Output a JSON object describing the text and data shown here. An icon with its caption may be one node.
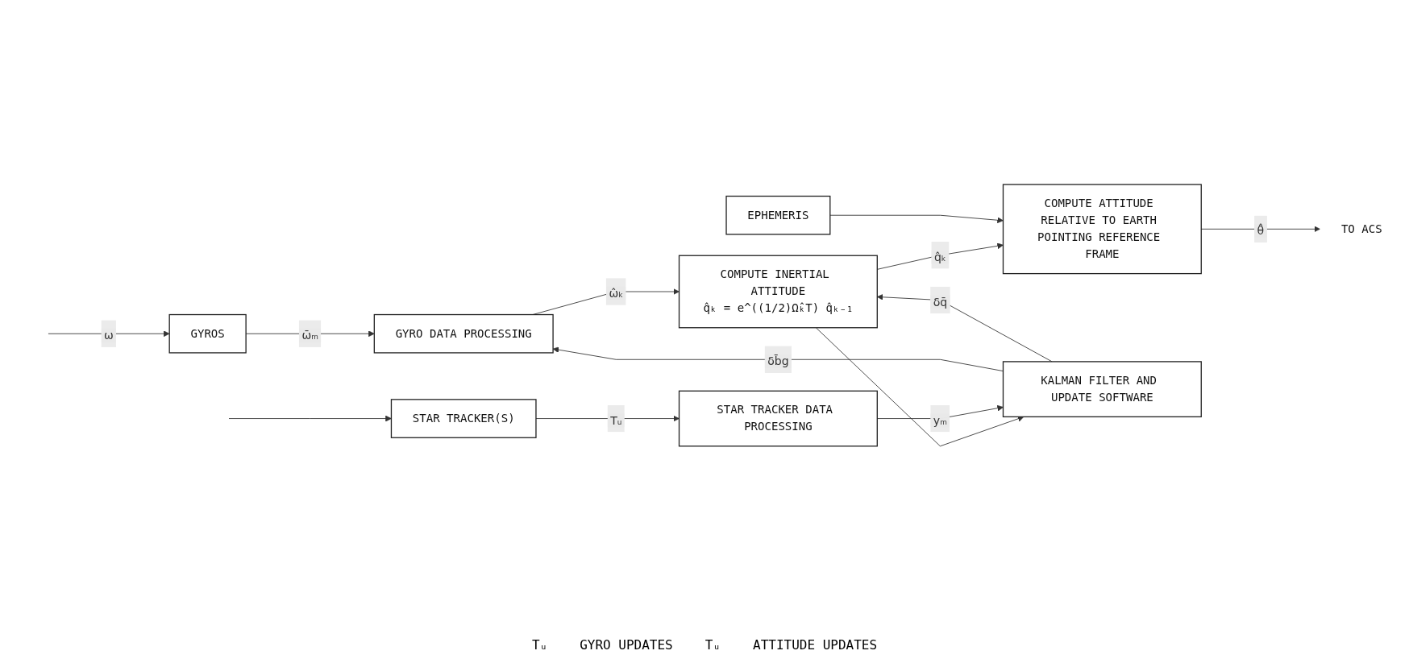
{
  "diagram": {
    "nodes": [
      {
        "text": [
          "GYROS"
        ]
      },
      {
        "text": [
          "GYRO DATA PROCESSING"
        ]
      },
      {
        "text": [
          "COMPUTE INERTIAL ATTITUDE",
          "q̂ₖ = e^((1/2)Ω̂ₖT) q̂ₖ₋₁"
        ]
      },
      {
        "text": [
          "COMPUTE ATTITUDE RELATIVE TO EARTH POINTING REFERENCE FRAME"
        ]
      },
      {
        "text": [
          "TO ACS"
        ]
      },
      {
        "text": [
          "STAR TRACKER(S)"
        ]
      },
      {
        "text": [
          "STAR TRACKER DATA PROCESSING"
        ]
      },
      {
        "text": [
          "KALMAN FILTER AND UPDATE SOFTWARE"
        ]
      },
      {
        "text": [
          "EPHEMERIS"
        ]
      }
    ],
    "edges": [
      {
        "from": null,
        "to": 0,
        "arrow": "to",
        "label": "ω"
      },
      {
        "from": 0,
        "to": 1,
        "arrow": "to",
        "label": "ω̄ₘ"
      },
      {
        "from": 1,
        "to": 2,
        "arrow": "to",
        "label": "ω̂ₖ"
      },
      {
        "from": 2,
        "to": 3,
        "arrow": "to",
        "label": "q̂ₖ"
      },
      {
        "from": 3,
        "to": 4,
        "arrow": "to",
        "label": "θ̂"
      },
      {
        "from": 2,
        "to": 7,
        "arrow": "to"
      },
      {
        "from": 8,
        "to": 3,
        "arrow": "to"
      },
      {
        "from": null,
        "to": 5,
        "arrow": "to"
      },
      {
        "from": 5,
        "to": 6,
        "arrow": "to",
        "label": "Tᵤ"
      },
      {
        "from": 6,
        "to": 7,
        "arrow": "to",
        "label": "yₘ"
      },
      {
        "from": 7,
        "to": 1,
        "arrow": "to",
        "label": "δb̄g"
      },
      {
        "from": 7,
        "to": 2,
        "arrow": "to",
        "label": "δq̄"
      }
    ],
    "labels": [
      "Tᵤ",
      "GYRO UPDATES",
      "Tᵤ",
      "ATTITUDE UPDATES"
    ]
  }
}
